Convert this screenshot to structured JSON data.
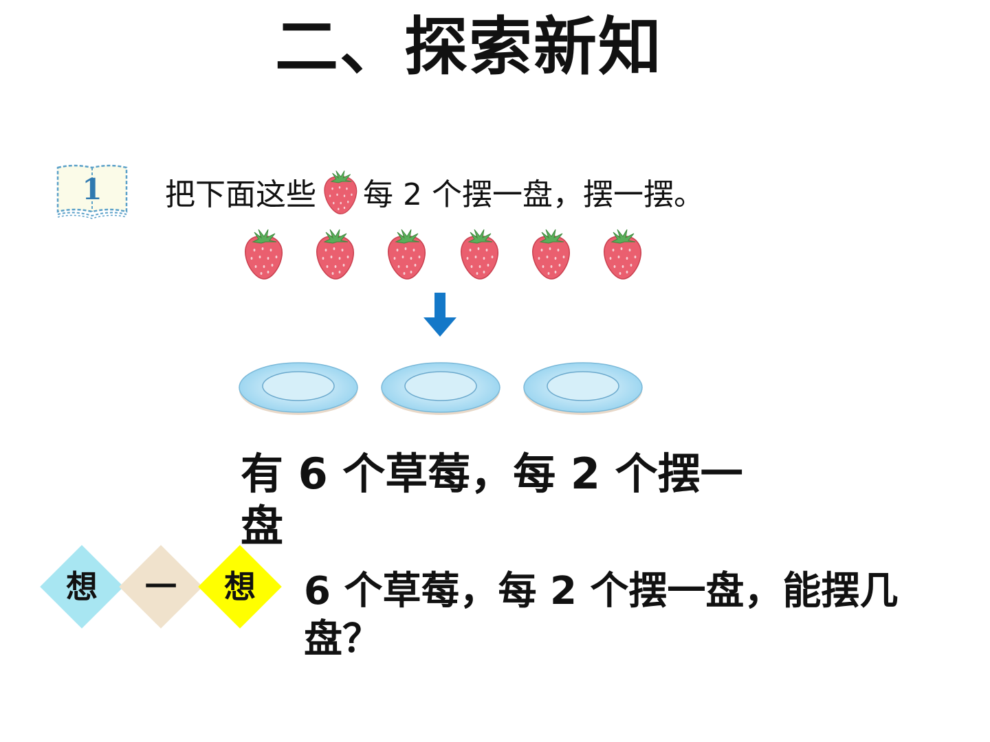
{
  "title": "二、探索新知",
  "example": {
    "number": "1"
  },
  "instruction": {
    "before": "把下面这些",
    "icon": "strawberry-icon",
    "after": "每 2 个摆一盘，摆一摆。"
  },
  "strawberries": {
    "count": 6,
    "icon": "strawberry-icon"
  },
  "arrow": {
    "icon": "down-arrow-icon",
    "color": "#1478c8"
  },
  "plates": {
    "count": 3,
    "icon": "plate-icon"
  },
  "statement": "有 6 个草莓，每 2 个摆一盘",
  "think": {
    "chars": [
      "想",
      "一",
      "想"
    ],
    "colors": [
      "#a8e6f2",
      "#f0e2cc",
      "#ffff00"
    ]
  },
  "question": "6 个草莓，每 2 个摆一盘，能摆几盘？"
}
